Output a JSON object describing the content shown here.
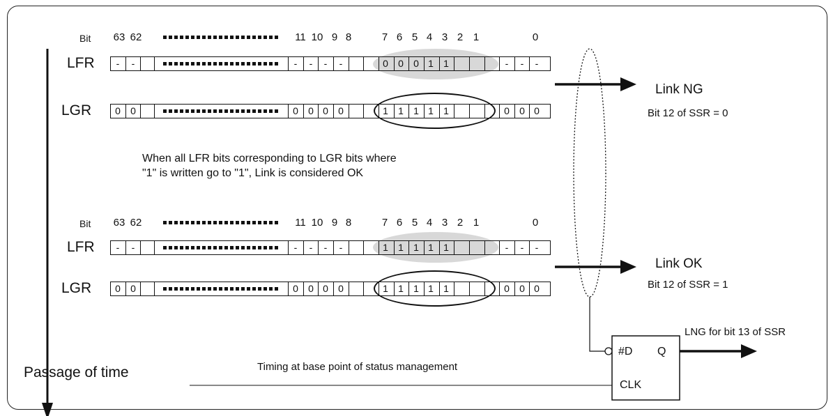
{
  "top": {
    "bit_header": [
      "Bit",
      "63",
      "62",
      "11",
      "10",
      "9",
      "8",
      "7",
      "6",
      "5",
      "4",
      "3",
      "2",
      "1",
      "0"
    ],
    "lfr": {
      "label": "LFR",
      "left": [
        "-",
        "-"
      ],
      "right": [
        "-",
        "-",
        "-",
        "-",
        "0",
        "0",
        "0",
        "1",
        "1",
        "-",
        "-",
        "-"
      ]
    },
    "lgr": {
      "label": "LGR",
      "left": [
        "0",
        "0"
      ],
      "right": [
        "0",
        "0",
        "0",
        "0",
        "1",
        "1",
        "1",
        "1",
        "1",
        "0",
        "0",
        "0"
      ]
    },
    "result": {
      "title": "Link NG",
      "detail": "Bit 12 of SSR = 0"
    }
  },
  "note": {
    "line1": "When all LFR bits corresponding to LGR bits where",
    "line2": "\"1\" is written go to \"1\", Link is considered OK"
  },
  "bottom": {
    "bit_header": [
      "Bit",
      "63",
      "62",
      "11",
      "10",
      "9",
      "8",
      "7",
      "6",
      "5",
      "4",
      "3",
      "2",
      "1",
      "0"
    ],
    "lfr": {
      "label": "LFR",
      "left": [
        "-",
        "-"
      ],
      "right": [
        "-",
        "-",
        "-",
        "-",
        "1",
        "1",
        "1",
        "1",
        "1",
        "-",
        "-",
        "-"
      ]
    },
    "lgr": {
      "label": "LGR",
      "left": [
        "0",
        "0"
      ],
      "right": [
        "0",
        "0",
        "0",
        "0",
        "1",
        "1",
        "1",
        "1",
        "1",
        "0",
        "0",
        "0"
      ]
    },
    "result": {
      "title": "Link OK",
      "detail": "Bit 12 of SSR = 1"
    }
  },
  "time_label": "Passage of time",
  "flipflop": {
    "d": "#D",
    "q": "Q",
    "clk": "CLK",
    "output": "LNG for bit 13 of SSR",
    "clock_label": "Timing at base point of status management"
  }
}
